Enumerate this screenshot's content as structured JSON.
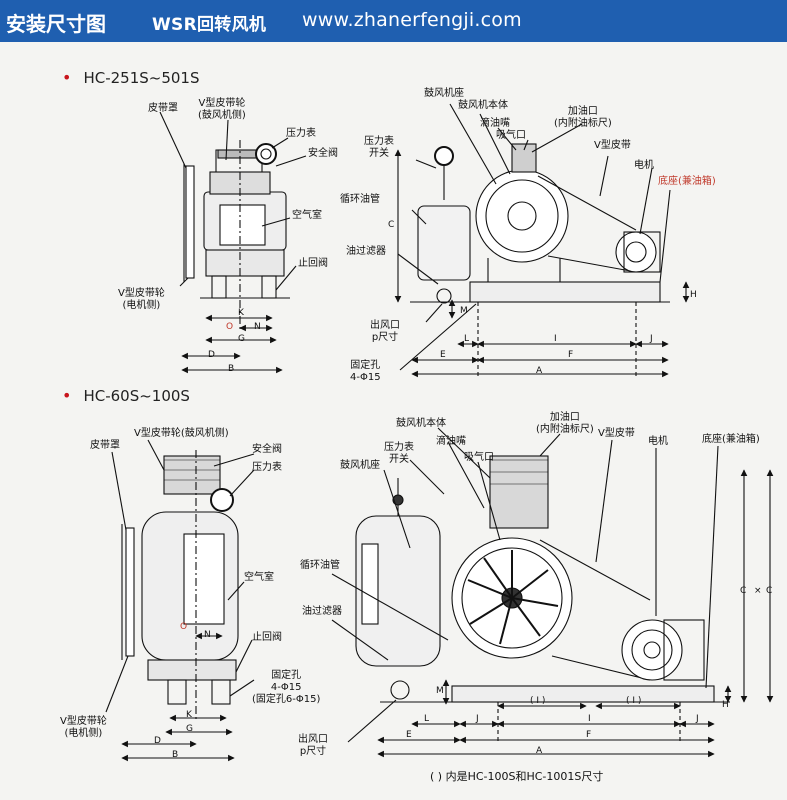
{
  "header": {
    "title": "安装尺寸图",
    "brand": "WSR回转风机",
    "website": "www.zhanerfengji.com",
    "bg_color": "#1f5fb0"
  },
  "section1": {
    "bullet": "•",
    "title": "HC-251S~501S",
    "side_view": {
      "belt_cover": "皮带罩",
      "v_pulley_blower": "V型皮带轮\n(鼓风机侧)",
      "pressure_gauge": "压力表",
      "safety_valve": "安全阀",
      "air_chamber": "空气室",
      "check_valve": "止回阀",
      "v_pulley_motor": "V型皮带轮\n(电机侧)",
      "dims": {
        "K": "K",
        "N": "N",
        "O": "O",
        "G": "G",
        "D": "D",
        "B": "B"
      }
    },
    "front_view": {
      "blower_base": "鼓风机座",
      "blower_body": "鼓风机本体",
      "oil_drip": "滴油嘴",
      "intake": "吸气口",
      "oil_port": "加油口\n(内附油标尺)",
      "gauge_switch": "压力表\n开关",
      "v_belt": "V型皮带",
      "motor": "电机",
      "base_tank": "底座(兼油箱)",
      "circ_pipe": "循环油管",
      "oil_filter": "油过滤器",
      "outlet": "出风口\np尺寸",
      "fix_holes": "固定孔\n4-Φ15",
      "dims": {
        "C": "C",
        "H": "H",
        "M": "M",
        "L": "L",
        "I": "I",
        "J": "J",
        "E": "E",
        "F": "F",
        "A": "A"
      }
    }
  },
  "section2": {
    "bullet": "•",
    "title": "HC-60S~100S",
    "side_view": {
      "belt_cover": "皮带罩",
      "v_pulley_blower": "V型皮带轮(鼓风机侧)",
      "safety_valve": "安全阀",
      "pressure_gauge": "压力表",
      "air_chamber": "空气室",
      "check_valve": "止回阀",
      "fix_holes": "固定孔\n4-Φ15\n(固定孔6-Φ15)",
      "v_pulley_motor": "V型皮带轮\n(电机侧)",
      "dims": {
        "O": "O",
        "N": "N",
        "K": "K",
        "G": "G",
        "D": "D",
        "B": "B"
      }
    },
    "front_view": {
      "blower_body": "鼓风机本体",
      "oil_port": "加油口\n(内附油标尺)",
      "gauge_switch": "压力表\n开关",
      "oil_drip": "滴油嘴",
      "v_belt": "V型皮带",
      "motor": "电机",
      "base_tank": "底座(兼油箱)",
      "blower_base": "鼓风机座",
      "intake": "吸气口",
      "circ_pipe": "循环油管",
      "oil_filter": "油过滤器",
      "outlet": "出风口\np尺寸",
      "dims": {
        "C": "C",
        "X": "×",
        "C2": "C",
        "H": "H",
        "M": "M",
        "L": "L",
        "J": "J",
        "I1": "( I )",
        "I": "I",
        "I2": "( I )",
        "J2": "J",
        "E": "E",
        "F": "F",
        "A": "A"
      }
    },
    "note": "(   ) 内是HC-100S和HC-1001S尺寸"
  }
}
